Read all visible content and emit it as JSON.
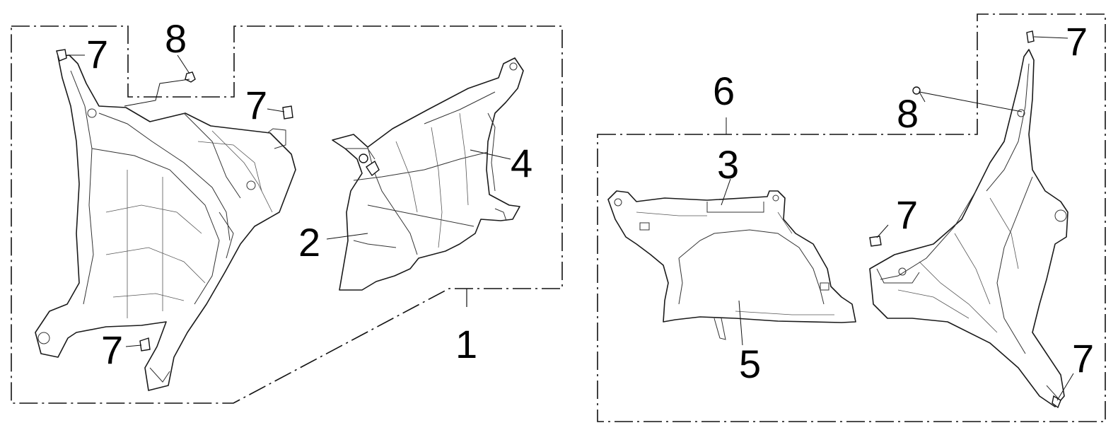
{
  "diagram": {
    "callouts": {
      "c1": "1",
      "c2": "2",
      "c3": "3",
      "c4": "4",
      "c5": "5",
      "c6": "6",
      "c7a": "7",
      "c7b": "7",
      "c7c": "7",
      "c7d": "7",
      "c7e": "7",
      "c7f": "7",
      "c8a": "8",
      "c8b": "8"
    }
  }
}
